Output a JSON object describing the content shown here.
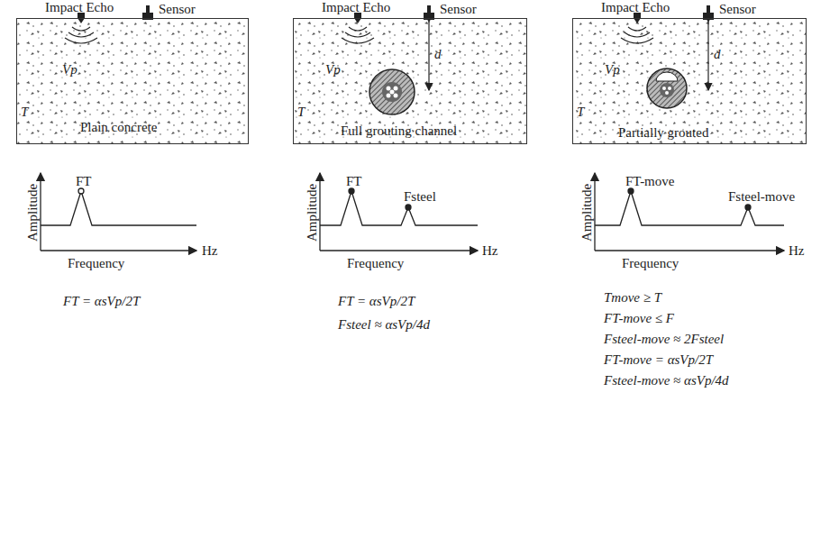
{
  "diagram": {
    "nodes": [
      {
        "text": [
          "Vp",
          "T",
          "Plain concrete"
        ]
      },
      {
        "text": [
          "Vp",
          "T",
          "Full grouting channel"
        ]
      },
      {
        "text": [
          "Vp",
          "T",
          "Partially grouted"
        ]
      }
    ],
    "labels": [
      "Impact Echo",
      "Sensor",
      "Amplitude",
      "Frequency",
      "Hz",
      "FT",
      "FT = αsVp/2T",
      "Impact Echo",
      "Sensor",
      "d",
      "Amplitude",
      "Frequency",
      "Hz",
      "FT",
      "Fsteel",
      "FT = αsVp/2T",
      "Fsteel ≈ αsVp/4d",
      "Impact Echo",
      "Sensor",
      "d",
      "Amplitude",
      "Frequency",
      "Hz",
      "FT-move",
      "Fsteel-move",
      "Tmove ≥ T",
      "FT-move ≤ F",
      "Fsteel-move ≈ 2Fsteel",
      "FT-move = αsVp/2T",
      "Fsteel-move ≈ αsVp/4d"
    ]
  }
}
